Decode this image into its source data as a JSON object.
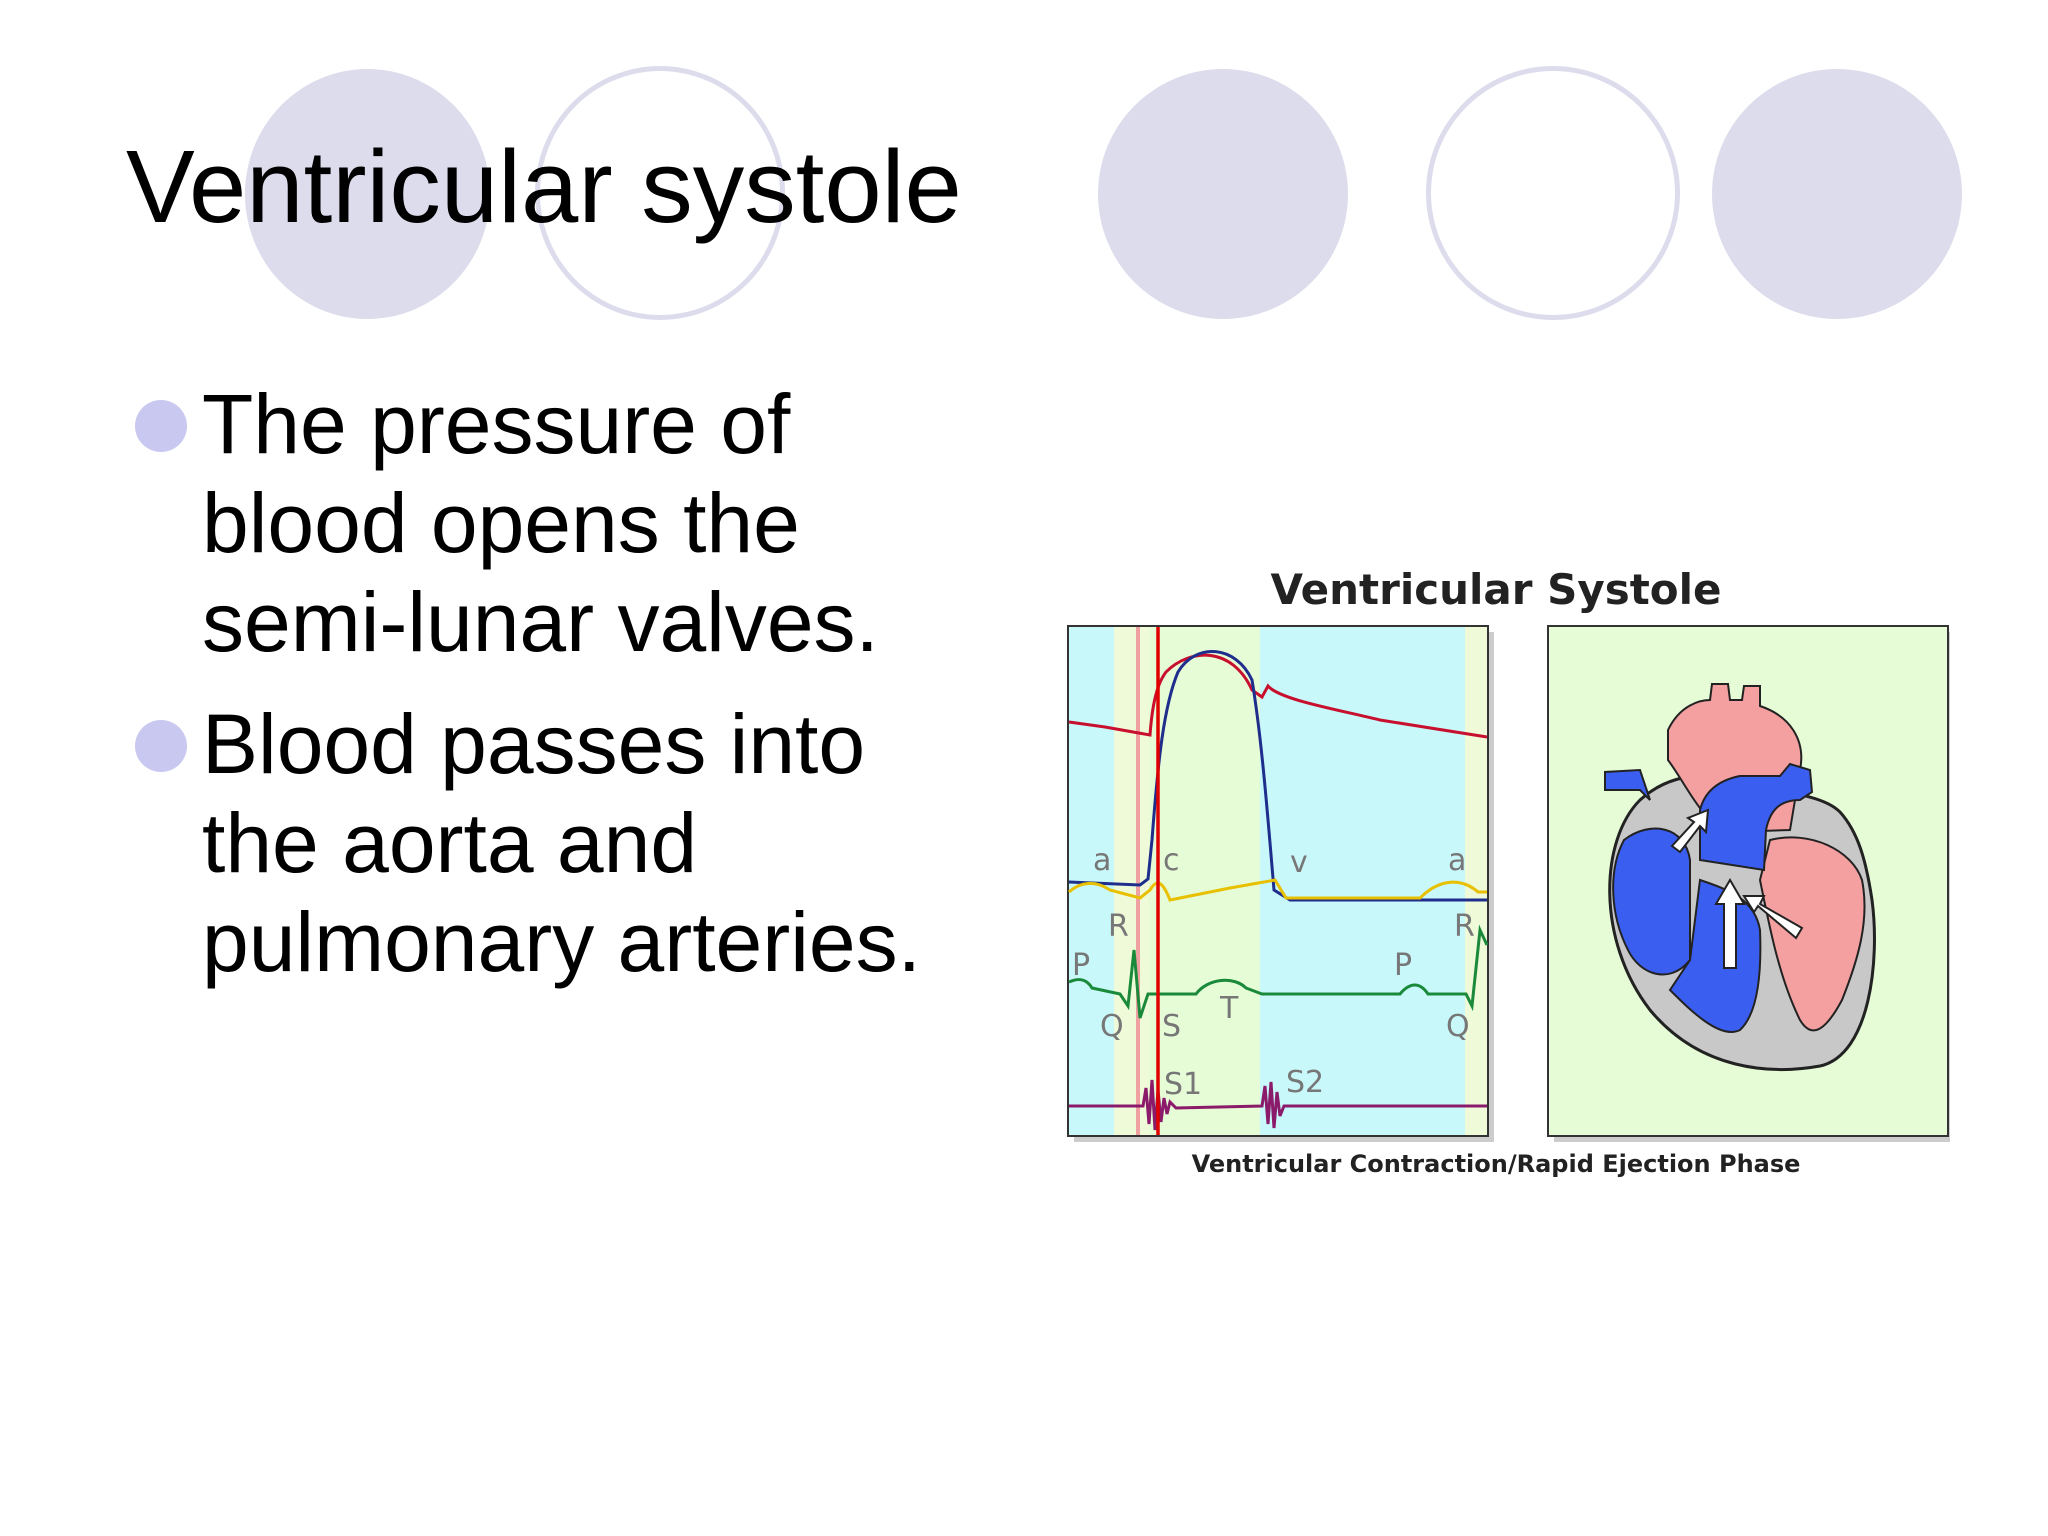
{
  "slide": {
    "title": "Ventricular systole",
    "bullets": [
      {
        "lines": [
          "The pressure of",
          "blood opens the",
          "semi-lunar valves."
        ]
      },
      {
        "lines": [
          "Blood passes into",
          "the aorta and",
          "pulmonary arteries."
        ]
      }
    ]
  },
  "figure": {
    "title": "Ventricular Systole",
    "caption": "Ventricular Contraction/Rapid Ejection Phase",
    "wave_labels": {
      "a1": "a",
      "c": "c",
      "v": "v",
      "a2": "a",
      "r1": "R",
      "r2": "R",
      "p1": "P",
      "p2": "P",
      "q1": "Q",
      "s": "S",
      "t": "T",
      "q2": "Q",
      "s1": "S1",
      "s2": "S2"
    }
  },
  "colors": {
    "decor_circle": "#dcdcec",
    "bullet": "#c8c8f0",
    "pressure_line": "#c8102e",
    "ventricle_pressure": "#1f2d8c",
    "atrial_wave": "#e8c000",
    "ecg": "#1a8a3a",
    "heart_sound": "#8b1a6b",
    "cursor": "#e00000",
    "oxygenated": "#f4a0a0",
    "deoxygenated": "#3a5ef0",
    "chart_bg": "#c8f8fa",
    "phase_bg": "#e6fcd6"
  },
  "icons": {
    "bullet": "circle-bullet-icon",
    "flow": "arrow-up-icon"
  }
}
